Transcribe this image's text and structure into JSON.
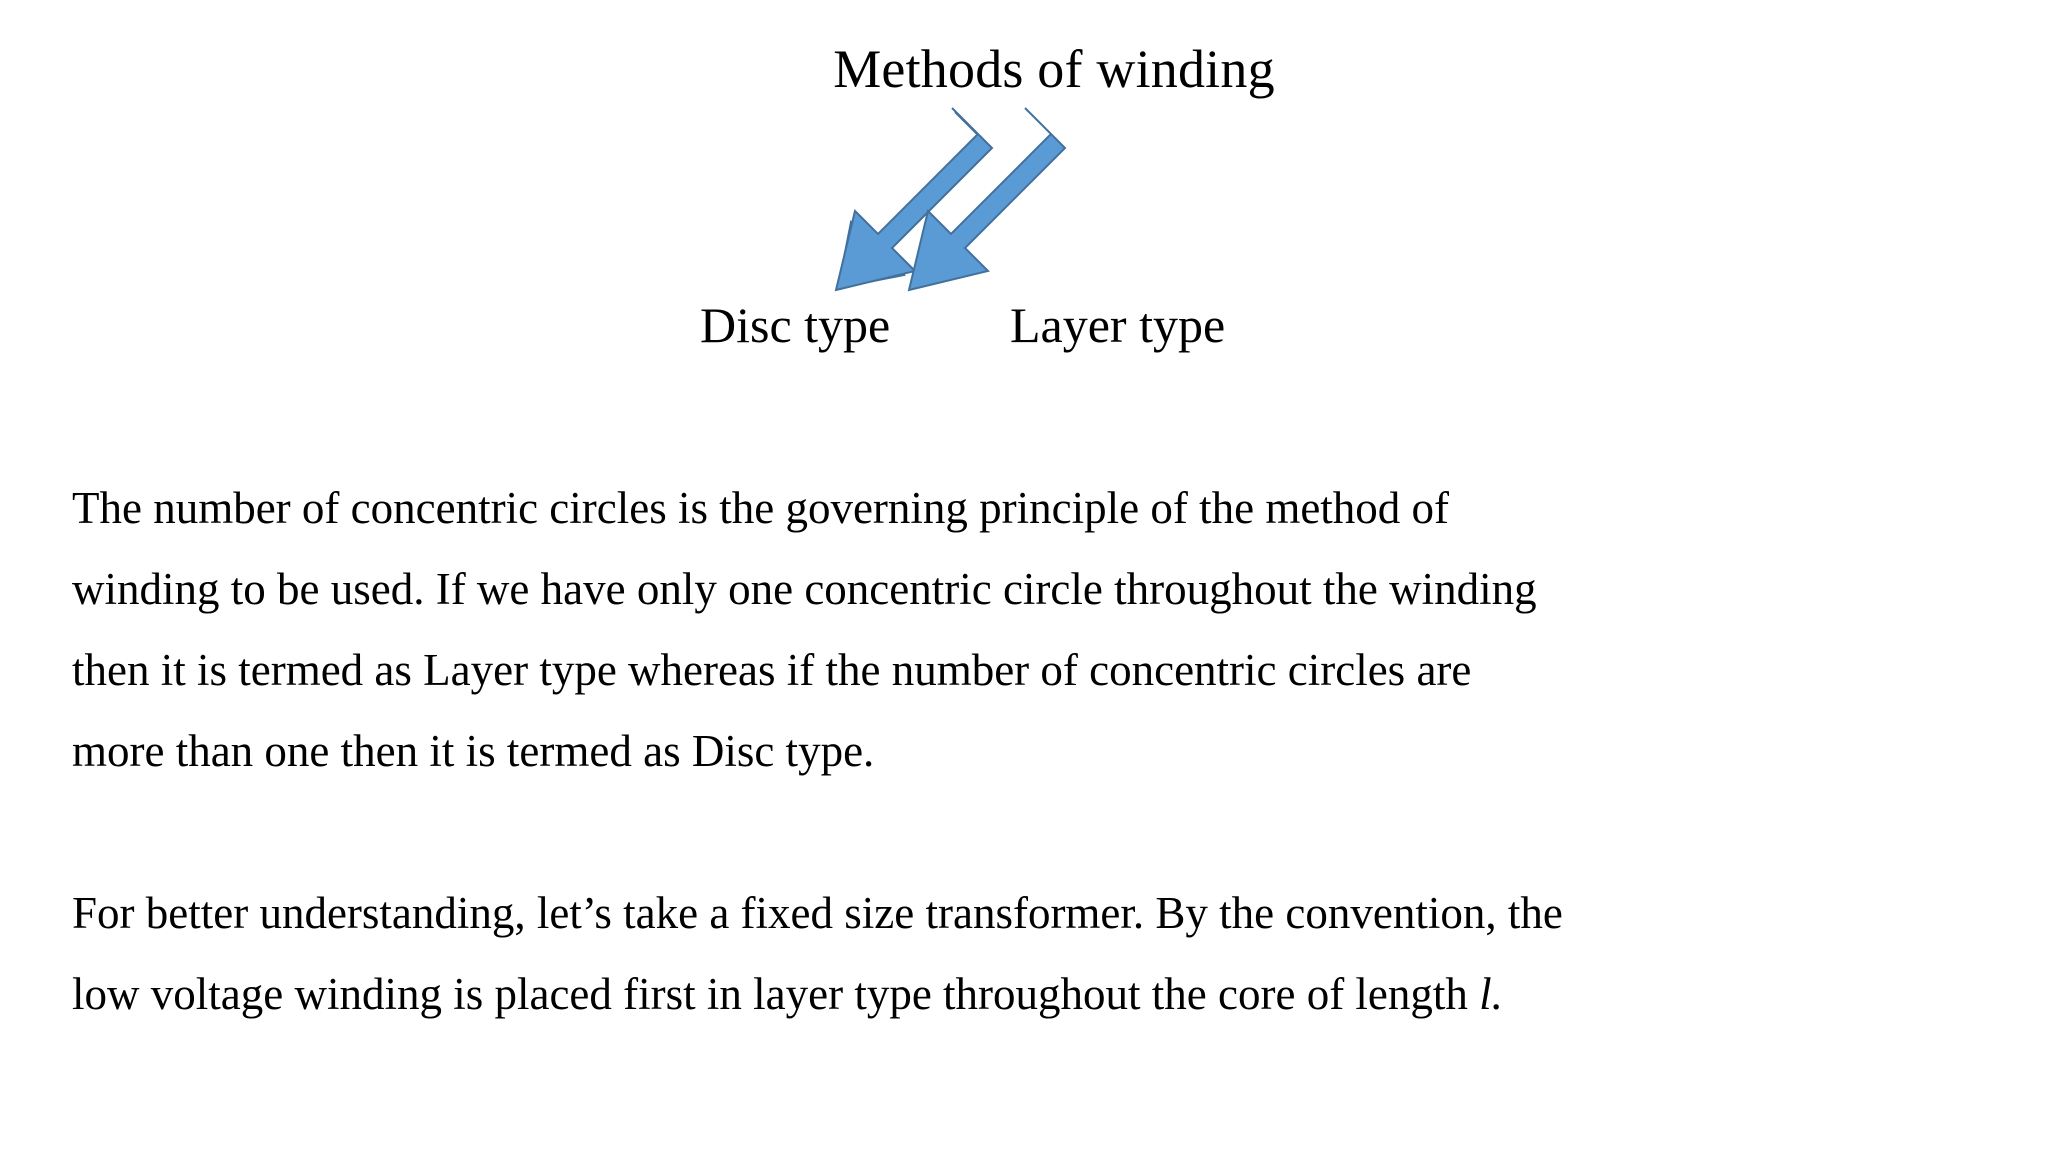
{
  "slide": {
    "background_color": "#ffffff",
    "text_color": "#000000"
  },
  "diagram": {
    "title": "Methods of winding",
    "arrow_color": "#5B9BD5",
    "arrow_outline_color": "#41719C",
    "branches": [
      {
        "label": "Disc type",
        "arrow": "arrow-down-left-icon"
      },
      {
        "label": "Layer type",
        "arrow": "arrow-down-right-icon"
      }
    ]
  },
  "body": {
    "paragraph_1": {
      "lines": [
        "The number of concentric circles is the governing principle of the method of",
        "winding to be used. If we have only one concentric circle throughout the winding",
        "then it is termed as Layer type whereas if the number of concentric circles are",
        "more than one then it is termed as Disc type."
      ]
    },
    "paragraph_2": {
      "lines": [
        "For better understanding, let’s take a fixed size transformer. By the convention, the",
        "low voltage winding is placed first in layer type throughout the core of length "
      ],
      "trailing_italic": "l."
    }
  }
}
